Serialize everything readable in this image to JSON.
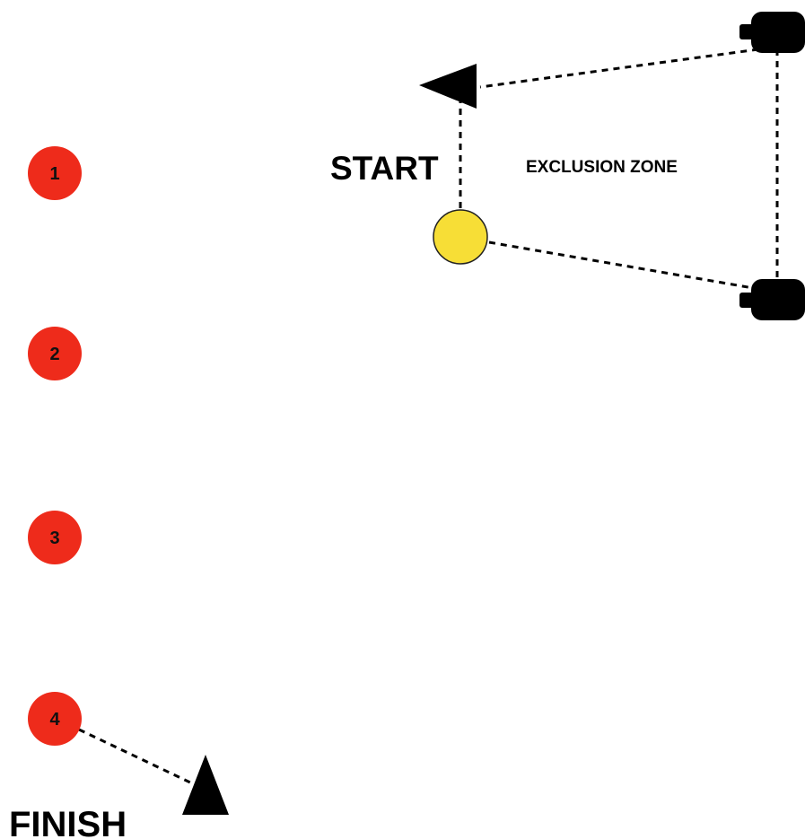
{
  "labels": {
    "start": "START",
    "finish": "FINISH",
    "exclusion_zone": "EXCLUSION ZONE"
  },
  "markers": [
    {
      "number": "1"
    },
    {
      "number": "2"
    },
    {
      "number": "3"
    },
    {
      "number": "4"
    }
  ],
  "colors": {
    "marker_fill": "#ee2b1b",
    "start_dot_fill": "#f7de36",
    "ink": "#000000",
    "background": "#ffffff"
  },
  "icons": {
    "start_cone": "triangle-cone-icon",
    "finish_cone": "triangle-cone-icon",
    "camera_top": "camera-icon",
    "camera_bottom": "camera-icon"
  }
}
